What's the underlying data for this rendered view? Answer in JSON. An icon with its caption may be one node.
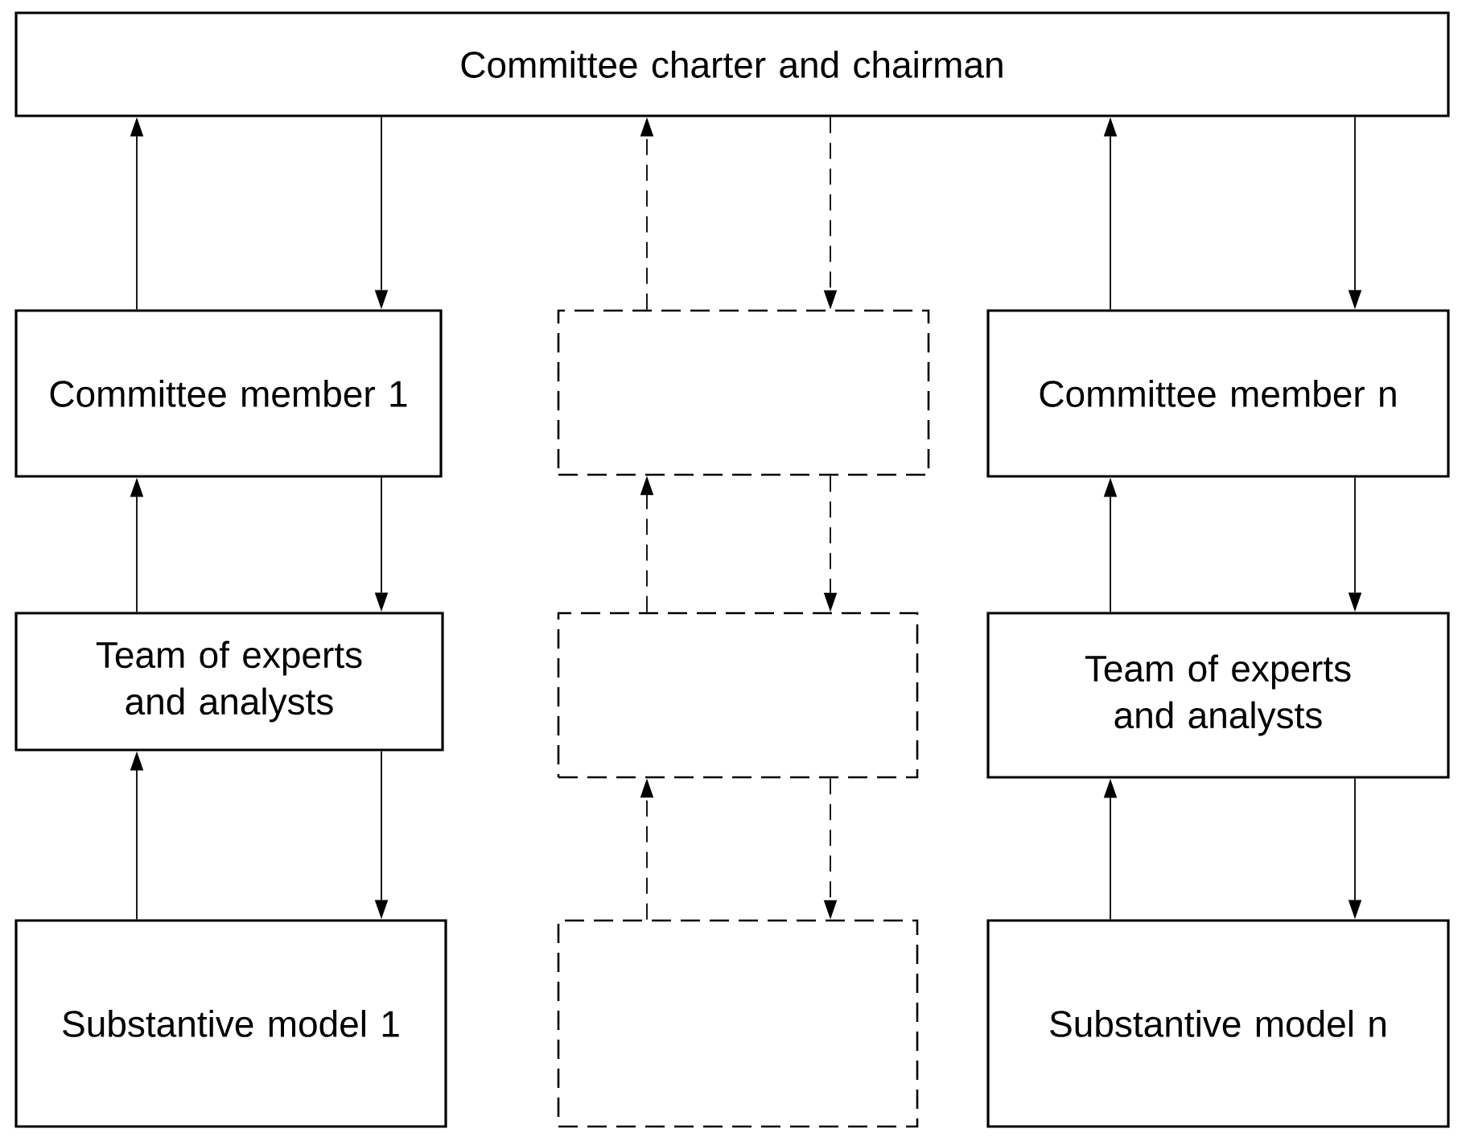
{
  "diagram": {
    "nodes": [
      {
        "text": [
          "Committee charter and chairman"
        ]
      },
      {
        "text": [
          "Committee member 1"
        ]
      },
      {
        "text": [],
        "shape": "box"
      },
      {
        "text": [
          "Committee member n"
        ]
      },
      {
        "text": [
          "Team of experts and analysts"
        ]
      },
      {
        "text": [],
        "shape": "box"
      },
      {
        "text": [
          "Team of experts and analysts"
        ]
      },
      {
        "text": [
          "Substantive model 1"
        ]
      },
      {
        "text": [],
        "shape": "box"
      },
      {
        "text": [
          "Substantive model n"
        ]
      }
    ],
    "edges": [
      {
        "from": 1,
        "to": 0,
        "arrow": "to"
      },
      {
        "from": 0,
        "to": 1,
        "arrow": "to"
      },
      {
        "from": 2,
        "to": 0,
        "arrow": "to",
        "style": "dashed"
      },
      {
        "from": 0,
        "to": 2,
        "arrow": "to",
        "style": "dashed"
      },
      {
        "from": 3,
        "to": 0,
        "arrow": "to"
      },
      {
        "from": 0,
        "to": 3,
        "arrow": "to"
      },
      {
        "from": 4,
        "to": 1,
        "arrow": "to"
      },
      {
        "from": 1,
        "to": 4,
        "arrow": "to"
      },
      {
        "from": 5,
        "to": 2,
        "arrow": "to",
        "style": "dashed"
      },
      {
        "from": 2,
        "to": 5,
        "arrow": "to",
        "style": "dashed"
      },
      {
        "from": 6,
        "to": 3,
        "arrow": "to"
      },
      {
        "from": 3,
        "to": 6,
        "arrow": "to"
      },
      {
        "from": 7,
        "to": 4,
        "arrow": "to"
      },
      {
        "from": 4,
        "to": 7,
        "arrow": "to"
      },
      {
        "from": 8,
        "to": 5,
        "arrow": "to",
        "style": "dashed"
      },
      {
        "from": 5,
        "to": 8,
        "arrow": "to",
        "style": "dashed"
      },
      {
        "from": 9,
        "to": 6,
        "arrow": "to"
      },
      {
        "from": 6,
        "to": 9,
        "arrow": "to"
      }
    ]
  }
}
